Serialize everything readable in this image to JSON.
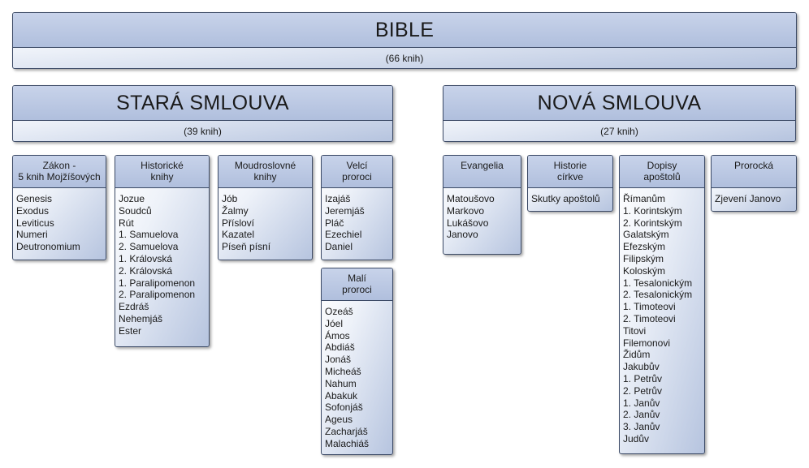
{
  "bible": {
    "title": "BIBLE",
    "subtitle": "(66 knih)"
  },
  "old": {
    "title": "STARÁ SMLOUVA",
    "subtitle": "(39 knih)",
    "categories": [
      {
        "title": "Zákon -\n5 knih Mojžíšových",
        "books": [
          "Genesis",
          "Exodus",
          "Leviticus",
          "Numeri",
          "Deutronomium"
        ]
      },
      {
        "title": "Historické\nknihy",
        "books": [
          "Jozue",
          "Soudců",
          "Rút",
          "1. Samuelova",
          "2. Samuelova",
          "1. Královská",
          "2. Královská",
          "1. Paralipomenon",
          "2. Paralipomenon",
          "Ezdráš",
          "Nehemjáš",
          "Ester"
        ]
      },
      {
        "title": "Moudroslovné\nknihy",
        "books": [
          "Jób",
          "Žalmy",
          "Přísloví",
          "Kazatel",
          "Píseň písní"
        ]
      },
      {
        "title": "Velcí\nproroci",
        "books": [
          "Izajáš",
          "Jeremjáš",
          "Pláč",
          "Ezechiel",
          "Daniel"
        ]
      },
      {
        "title": "Malí\nproroci",
        "books": [
          "Ozeáš",
          "Jóel",
          "Ámos",
          "Abdiáš",
          "Jonáš",
          "Micheáš",
          "Nahum",
          "Abakuk",
          "Sofonjáš",
          "Ageus",
          "Zacharjáš",
          "Malachiáš"
        ]
      }
    ]
  },
  "new": {
    "title": "NOVÁ SMLOUVA",
    "subtitle": "(27 knih)",
    "categories": [
      {
        "title": "Evangelia",
        "books": [
          "Matoušovo",
          "Markovo",
          "Lukášovo",
          "Janovo"
        ]
      },
      {
        "title": "Historie\ncírkve",
        "books": [
          "Skutky apoštolů"
        ]
      },
      {
        "title": "Dopisy\napoštolů",
        "books": [
          "Římanům",
          "1. Korintským",
          "2. Korintským",
          "Galatským",
          "Efezským",
          "Filipským",
          "Koloským",
          "1. Tesalonickým",
          "2. Tesalonickým",
          "1. Timoteovi",
          "2. Timoteovi",
          "Titovi",
          "Filemonovi",
          "Židům",
          "Jakubův",
          "1. Petrův",
          "2. Petrův",
          "1. Janův",
          "2. Janův",
          "3. Janův",
          "Judův"
        ]
      },
      {
        "title": "Prorocká",
        "books": [
          "Zjevení Janovo"
        ]
      }
    ]
  }
}
